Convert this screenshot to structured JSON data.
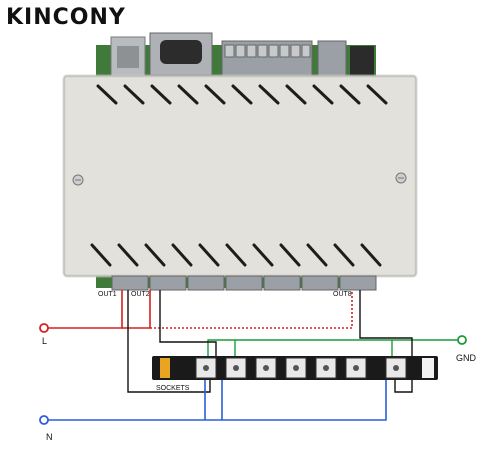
{
  "brand": "KINCONY",
  "labels": {
    "out1": "OUT1",
    "out2": "OUT2",
    "out8": "OUT8",
    "sockets": "SOCKETS",
    "line": "L",
    "neutral": "N",
    "ground": "GND"
  },
  "colors": {
    "line": "#d62020",
    "neutral": "#2a5fd8",
    "ground": "#1f9a3a",
    "control": "#111111",
    "board": "#e2e1dc",
    "pcb": "#3f7a3a",
    "terminal": "#9aa0a6",
    "strip": "#1a1a1a"
  },
  "icons": [
    "relay-controller-board",
    "ethernet-port-icon",
    "db9-serial-port-icon",
    "power-socket-icon",
    "screw-icon"
  ]
}
